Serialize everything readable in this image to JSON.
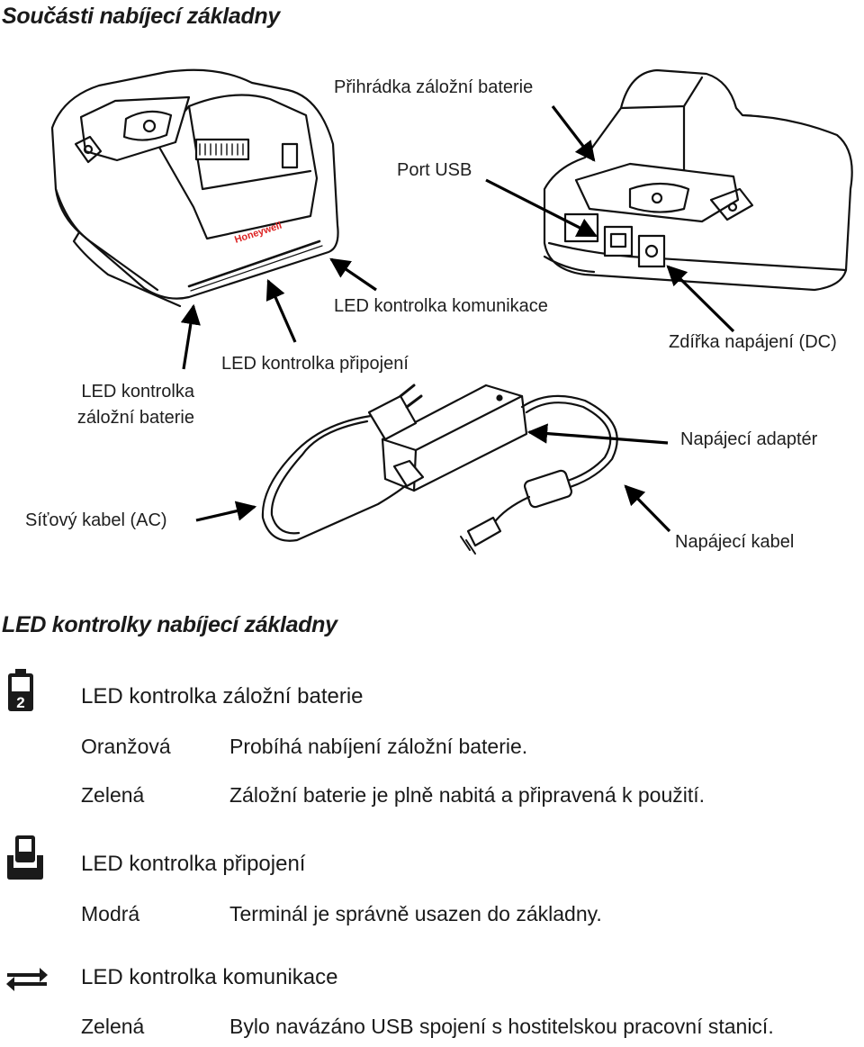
{
  "section1": {
    "title": "Součásti nabíjecí základny"
  },
  "callouts": {
    "backup_bay": "Přihrádka záložní baterie",
    "usb_port": "Port USB",
    "comm_led": "LED kontrolka komunikace",
    "dc_jack": "Zdířka napájení (DC)",
    "dock_led": "LED kontrolka připojení",
    "backup_led_line1": "LED kontrolka",
    "backup_led_line2": "záložní baterie",
    "adapter": "Napájecí adaptér",
    "ac_cord": "Síťový kabel (AC)",
    "power_cable": "Napájecí kabel",
    "brand": "Honeywell"
  },
  "section2": {
    "title": "LED kontrolky nabíjecí základny",
    "groups": [
      {
        "icon": "battery-2-icon",
        "title": "LED kontrolka záložní baterie",
        "rows": [
          {
            "color": "Oranžová",
            "text": "Probíhá nabíjení záložní baterie."
          },
          {
            "color": "Zelená",
            "text": "Záložní baterie je plně nabitá a připravená k použití."
          }
        ]
      },
      {
        "icon": "docked-terminal-icon",
        "title": "LED kontrolka připojení",
        "rows": [
          {
            "color": "Modrá",
            "text": "Terminál je správně usazen do základny."
          }
        ]
      },
      {
        "icon": "communication-arrows-icon",
        "title": "LED kontrolka komunikace",
        "rows": [
          {
            "color": "Zelená",
            "text": "Bylo navázáno USB spojení s hostitelskou pracovní stanicí."
          }
        ]
      }
    ]
  }
}
